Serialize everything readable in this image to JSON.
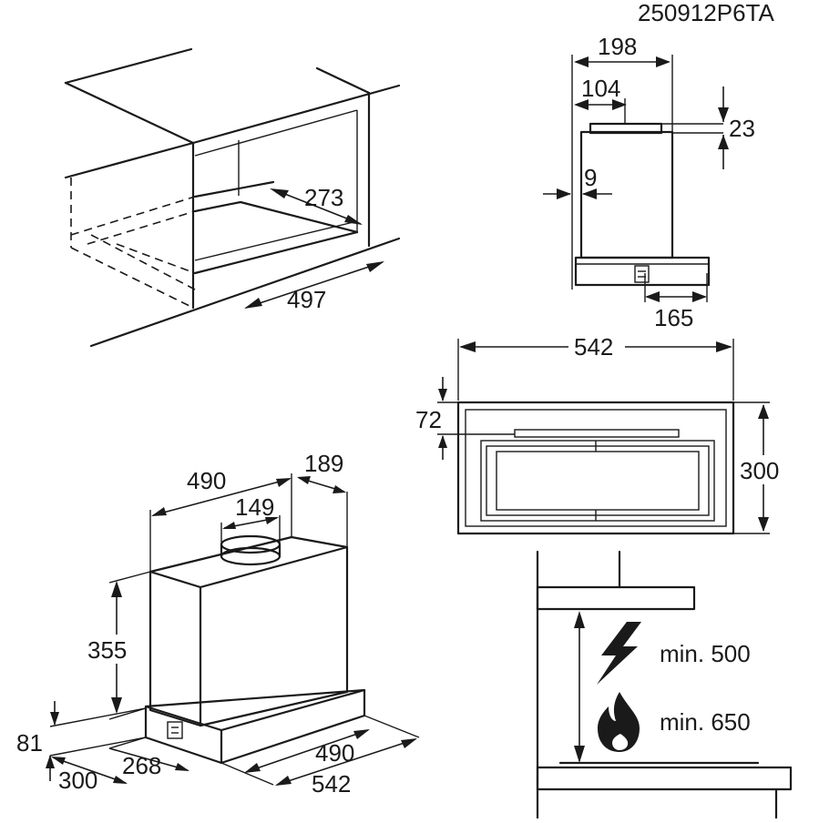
{
  "code": "250912P6TA",
  "dims": {
    "cabinet_depth": "273",
    "cabinet_width": "497",
    "side_width": "198",
    "side_offset": "104",
    "top_height": "23",
    "wall_gap": "9",
    "switch_offset": "165",
    "front_width": "542",
    "front_strip": "72",
    "front_height": "300",
    "iso_width": "490",
    "iso_depth": "189",
    "iso_duct": "149",
    "iso_height": "355",
    "iso_base_height": "81",
    "iso_bottom_depth": "300",
    "iso_bottom_mid": "268",
    "iso_bottom_width": "490",
    "iso_bottom_total": "542"
  },
  "clearance": {
    "electric_label": "min. 500",
    "gas_label": "min. 650",
    "icon_electric": "lightning-icon",
    "icon_gas": "flame-icon"
  },
  "colors": {
    "line": "#1a1a1a",
    "background": "#ffffff"
  }
}
